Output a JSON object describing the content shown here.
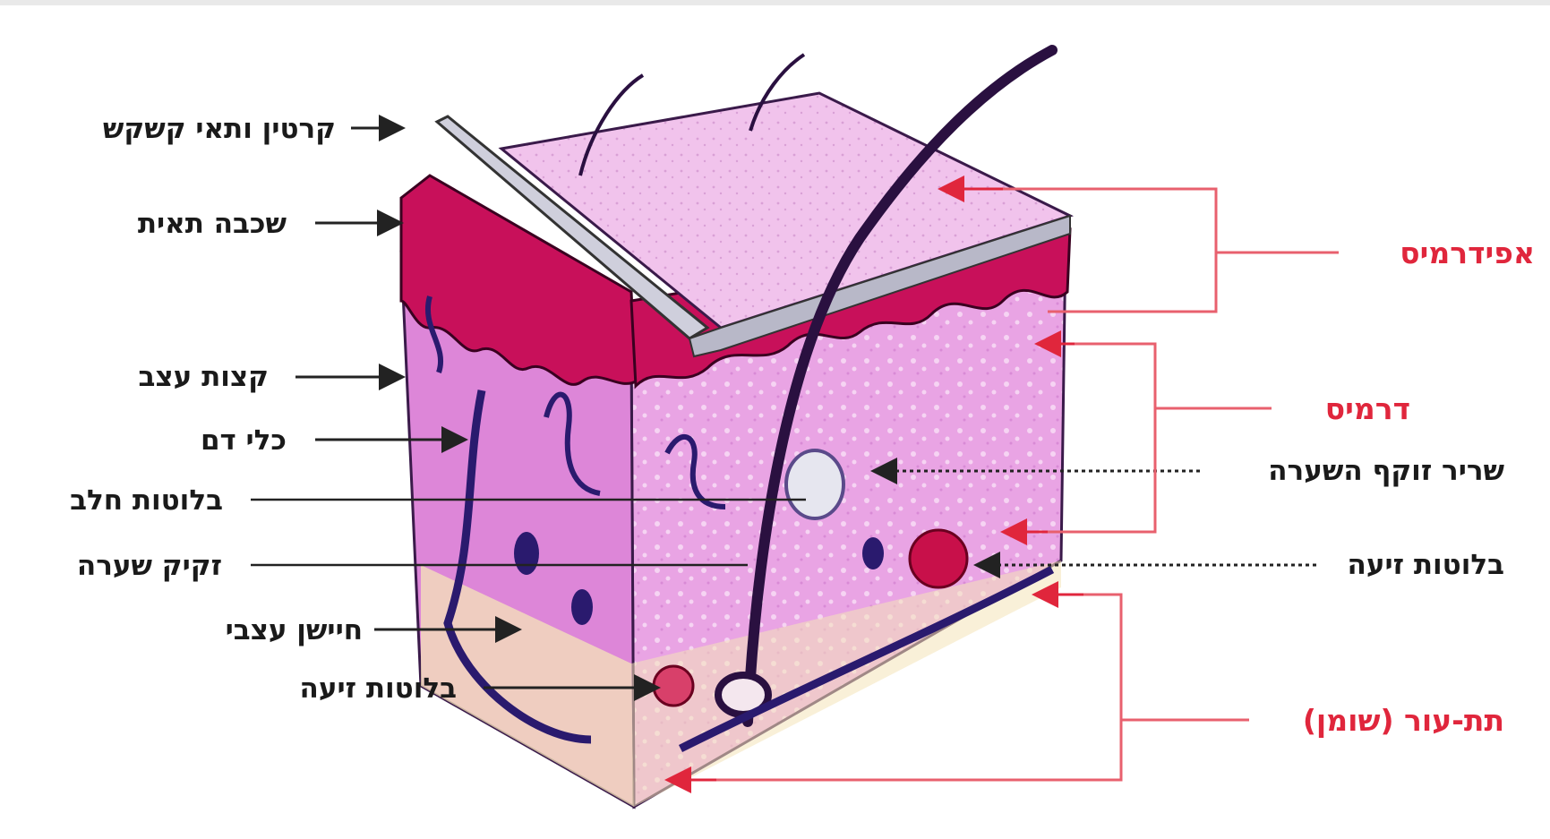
{
  "left_labels": {
    "keratin": "קרטין ותאי קשקש",
    "cell_layer": "שכבה תאית",
    "nerve_endings": "קצות עצב",
    "blood_vessels": "כלי דם",
    "milk_gland": "בלוטות חלב",
    "hair_follicle": "זקיק שערה",
    "nerve_sensor": "חיישן עצבי",
    "sweat_gland_left": "בלוטות זיעה"
  },
  "right_labels": {
    "epidermis": "אפידרמיס",
    "dermis": "דרמיס",
    "hair_muscle": "שריר זוקף השערה",
    "sweat_gland_right": "בלוטות זיעה",
    "subcutis": "תת-עור (שומן)"
  },
  "colors": {
    "layer_label": "#e0263c",
    "leader_line": "#222222",
    "bracket": "#e8606e",
    "cube_light": "#e9a4e4",
    "cube_mid": "#d97fd3",
    "epidermis_red": "#c8105a",
    "vessel": "#2a1a6e"
  }
}
